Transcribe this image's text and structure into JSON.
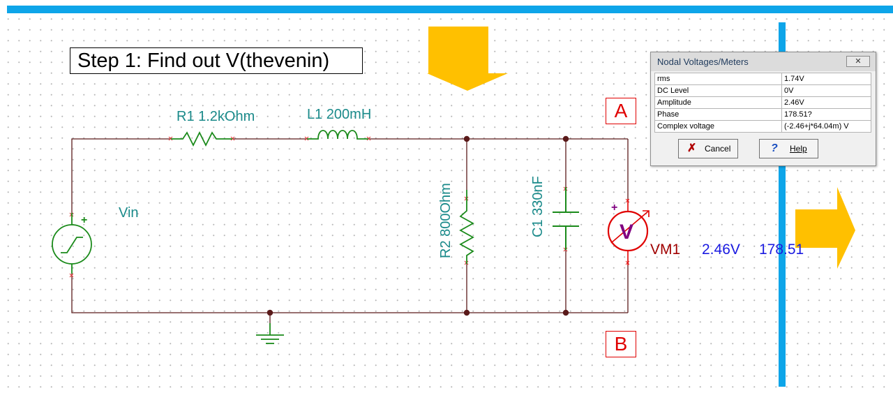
{
  "step_title": "Step 1: Find out V(thevenin)",
  "components": {
    "r1": "R1 1.2kOhm",
    "l1": "L1 200mH",
    "r2": "R2 800Ohm",
    "c1": "C1 330nF",
    "vin": "Vin",
    "vm_name": "VM1",
    "vm_value": "2.46V",
    "vm_extra": "178.51"
  },
  "source_plus": "+",
  "meter_plus": "+",
  "meter_symbol": "V",
  "terminals": {
    "a": "A",
    "b": "B"
  },
  "dialog": {
    "title": "Nodal Voltages/Meters",
    "rows": [
      {
        "label": "rms",
        "value": "1.74V"
      },
      {
        "label": "DC Level",
        "value": "0V"
      },
      {
        "label": "Amplitude",
        "value": "2.46V"
      },
      {
        "label": "Phase",
        "value": "178.51?"
      },
      {
        "label": "Complex voltage",
        "value": "(-2.46+j*64.04m) V"
      }
    ],
    "cancel_label": "Cancel",
    "help_label": "Help",
    "close_icon": "close-icon"
  },
  "colors": {
    "accent_bar": "#0ea5e9",
    "arrow": "#ffc000",
    "wire": "#5a1a1a",
    "component": "#1a8a1a",
    "label": "#1a8a8a",
    "meter": "#e00000",
    "reading": "#1a1ae0"
  }
}
